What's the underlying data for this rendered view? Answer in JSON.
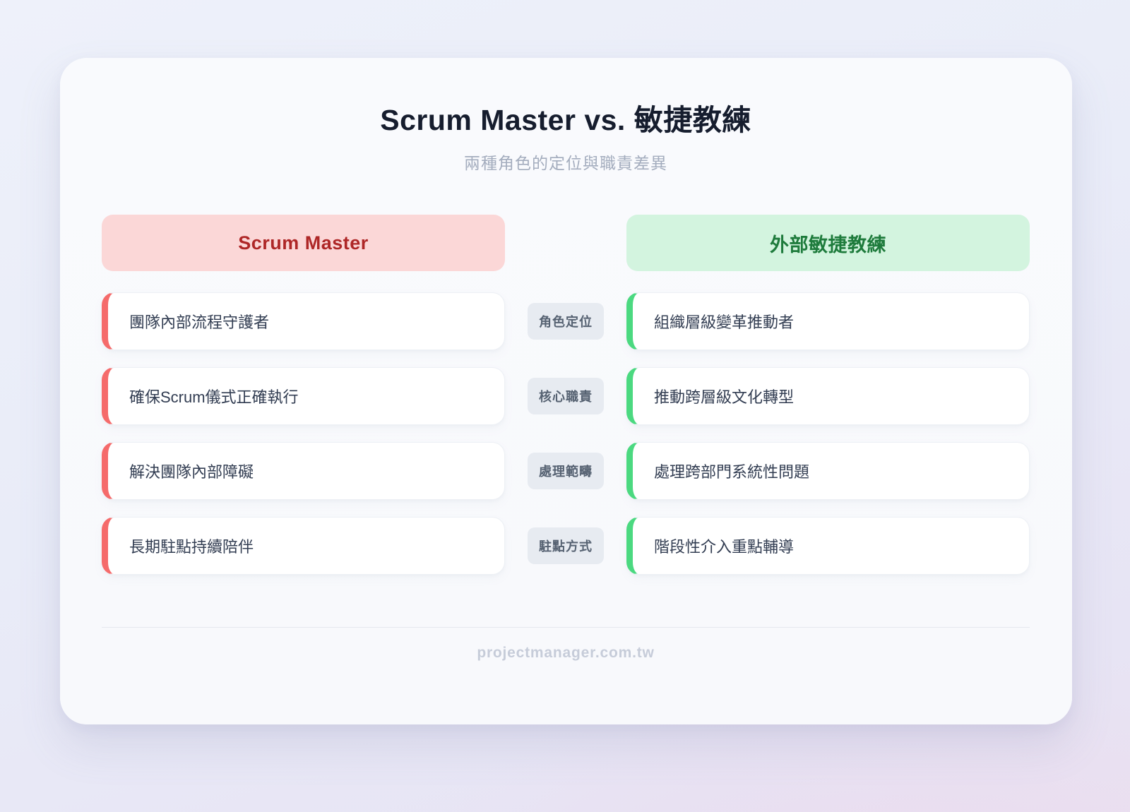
{
  "header": {
    "title": "Scrum Master vs. 敏捷教練",
    "subtitle": "兩種角色的定位與職責差異"
  },
  "columns": {
    "left": {
      "title": "Scrum Master"
    },
    "right": {
      "title": "外部敏捷教練"
    }
  },
  "rows": [
    {
      "category": "角色定位",
      "left": "團隊內部流程守護者",
      "right": "組織層級變革推動者"
    },
    {
      "category": "核心職責",
      "left": "確保Scrum儀式正確執行",
      "right": "推動跨層級文化轉型"
    },
    {
      "category": "處理範疇",
      "left": "解決團隊內部障礙",
      "right": "處理跨部門系統性問題"
    },
    {
      "category": "駐點方式",
      "left": "長期駐點持續陪伴",
      "right": "階段性介入重點輔導"
    }
  ],
  "footer": {
    "site": "projectmanager.com.tw"
  },
  "colors": {
    "left_accent": "#f56b6b",
    "left_header_bg": "#fbd7d7",
    "left_header_text": "#ae2727",
    "right_accent": "#4bd980",
    "right_header_bg": "#d3f4df",
    "right_header_text": "#1e7b3c",
    "category_bg": "#e7ebf1",
    "category_text": "#566272",
    "item_text": "#323d52",
    "title_text": "#161d2e",
    "subtitle_text": "#a4adbe",
    "footer_text": "#c6ccd9"
  }
}
